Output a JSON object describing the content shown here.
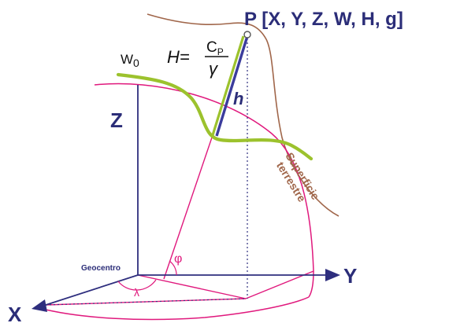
{
  "labels": {
    "point": "P [X, Y, Z, W, H, g]",
    "w0_main": "W",
    "w0_sub": "0",
    "z_axis": "Z",
    "y_axis": "Y",
    "x_axis": "X",
    "geocenter": "Geocentro",
    "phi": "φ",
    "lambda": "λ",
    "h_small": "h",
    "formula_lhs": "H=",
    "formula_num_main": "C",
    "formula_num_sub": "P",
    "formula_den": "γ",
    "surface_line1": "Superficie",
    "surface_line2": "terrestre"
  },
  "colors": {
    "axis": "#2e2e7e",
    "ellipsoid": "#e0197d",
    "geoid": "#9cc22d",
    "terrain": "#a0664a",
    "normal_h": "#3b3c9c",
    "text_dark": "#2b2d78",
    "text_black": "#111111",
    "surface_text": "#a0664a"
  }
}
